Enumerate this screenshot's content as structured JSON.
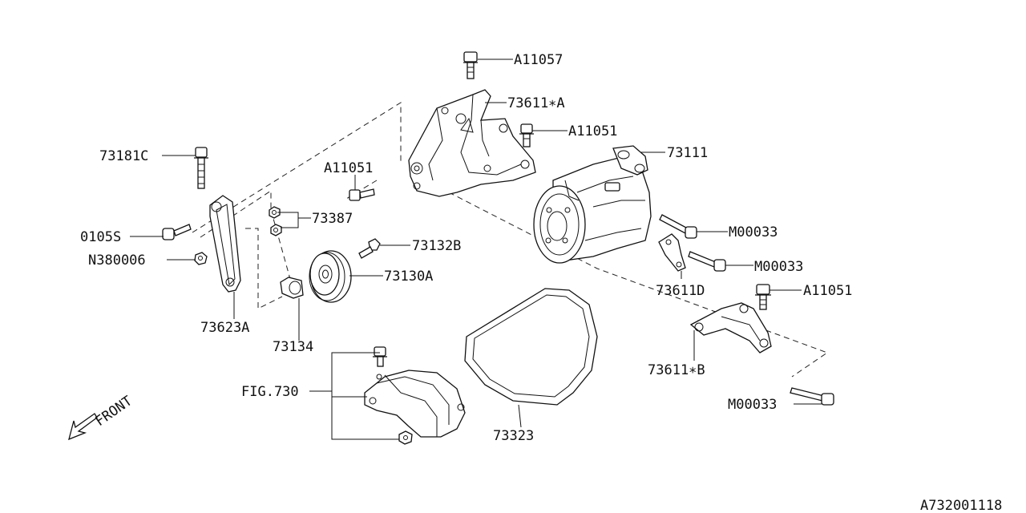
{
  "diagram_id": "A732001118",
  "front_label": "FRONT",
  "callouts": {
    "a11057": "A11057",
    "c73611a": "73611∗A",
    "a11051_top": "A11051",
    "c73111": "73111",
    "c73181c": "73181C",
    "a11051_left": "A11051",
    "c73387": "73387",
    "c0105s": "0105S",
    "c73132b": "73132B",
    "n380006": "N380006",
    "c73130a": "73130A",
    "m00033_1": "M00033",
    "m00033_2": "M00033",
    "c73611d": "73611D",
    "a11051_right": "A11051",
    "c73623a": "73623A",
    "c73134": "73134",
    "c73611b": "73611∗B",
    "fig730": "FIG.730",
    "m00033_3": "M00033",
    "c73323": "73323"
  }
}
